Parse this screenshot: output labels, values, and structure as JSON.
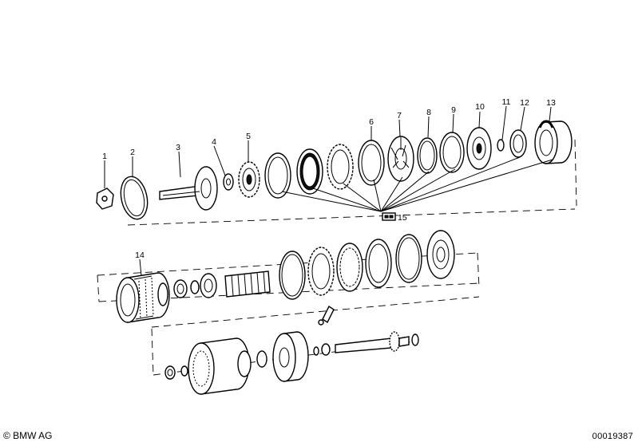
{
  "callouts": [
    "1",
    "2",
    "3",
    "4",
    "5",
    "6",
    "7",
    "8",
    "9",
    "10",
    "11",
    "12",
    "13",
    "14",
    "15"
  ],
  "footer": {
    "copyright": "© BMW AG",
    "image_number": "00019387"
  }
}
